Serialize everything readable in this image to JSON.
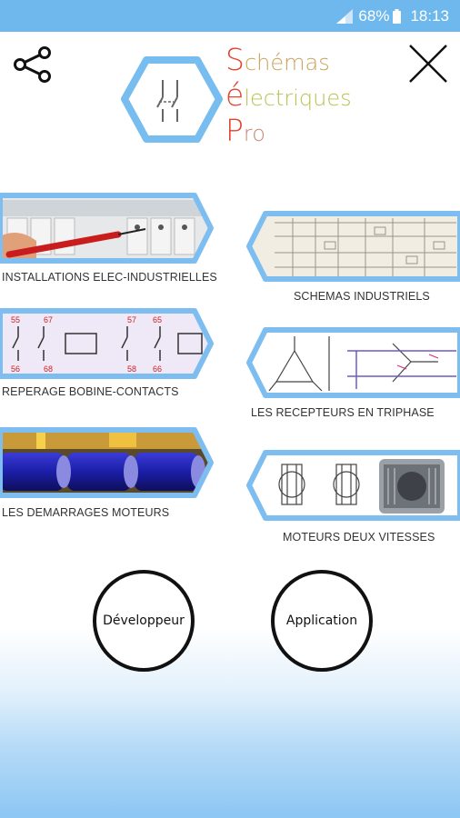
{
  "status_bar": {
    "battery": "68%",
    "time": "18:13"
  },
  "logo": {
    "line1_initial": "S",
    "line1_rest": "chémas",
    "line2_initial": "é",
    "line2_rest": "lectriques",
    "line3_initial": "P",
    "line3_rest": "ro"
  },
  "cards": [
    {
      "label": "INSTALLATIONS ELEC-INDUSTRIELLES"
    },
    {
      "label": "SCHEMAS INDUSTRIELS"
    },
    {
      "label": "REPERAGE BOBINE-CONTACTS"
    },
    {
      "label": "LES RECEPTEURS EN TRIPHASE"
    },
    {
      "label": "LES DEMARRAGES MOTEURS"
    },
    {
      "label": "MOTEURS DEUX VITESSES"
    }
  ],
  "repere_labels": [
    "55",
    "67",
    "57",
    "65",
    "56",
    "68",
    "58",
    "66"
  ],
  "buttons": {
    "developer": "Développeur",
    "application": "Application"
  },
  "colors": {
    "status_bar": "#6fb8ee",
    "accent_frame": "#7dbdf0",
    "background_bottom": "#8cc6f3"
  }
}
